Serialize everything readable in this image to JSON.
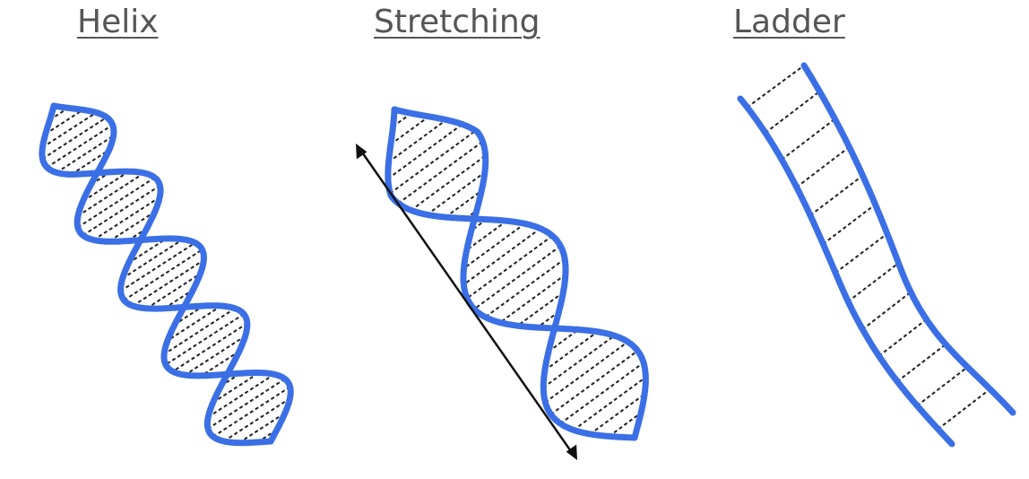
{
  "titles": {
    "helix": "Helix",
    "stretching": "Stretching",
    "ladder": "Ladder"
  },
  "colors": {
    "strand": "#3b6fe6",
    "rung": "#222222",
    "arrow": "#111111",
    "title": "#555555"
  }
}
